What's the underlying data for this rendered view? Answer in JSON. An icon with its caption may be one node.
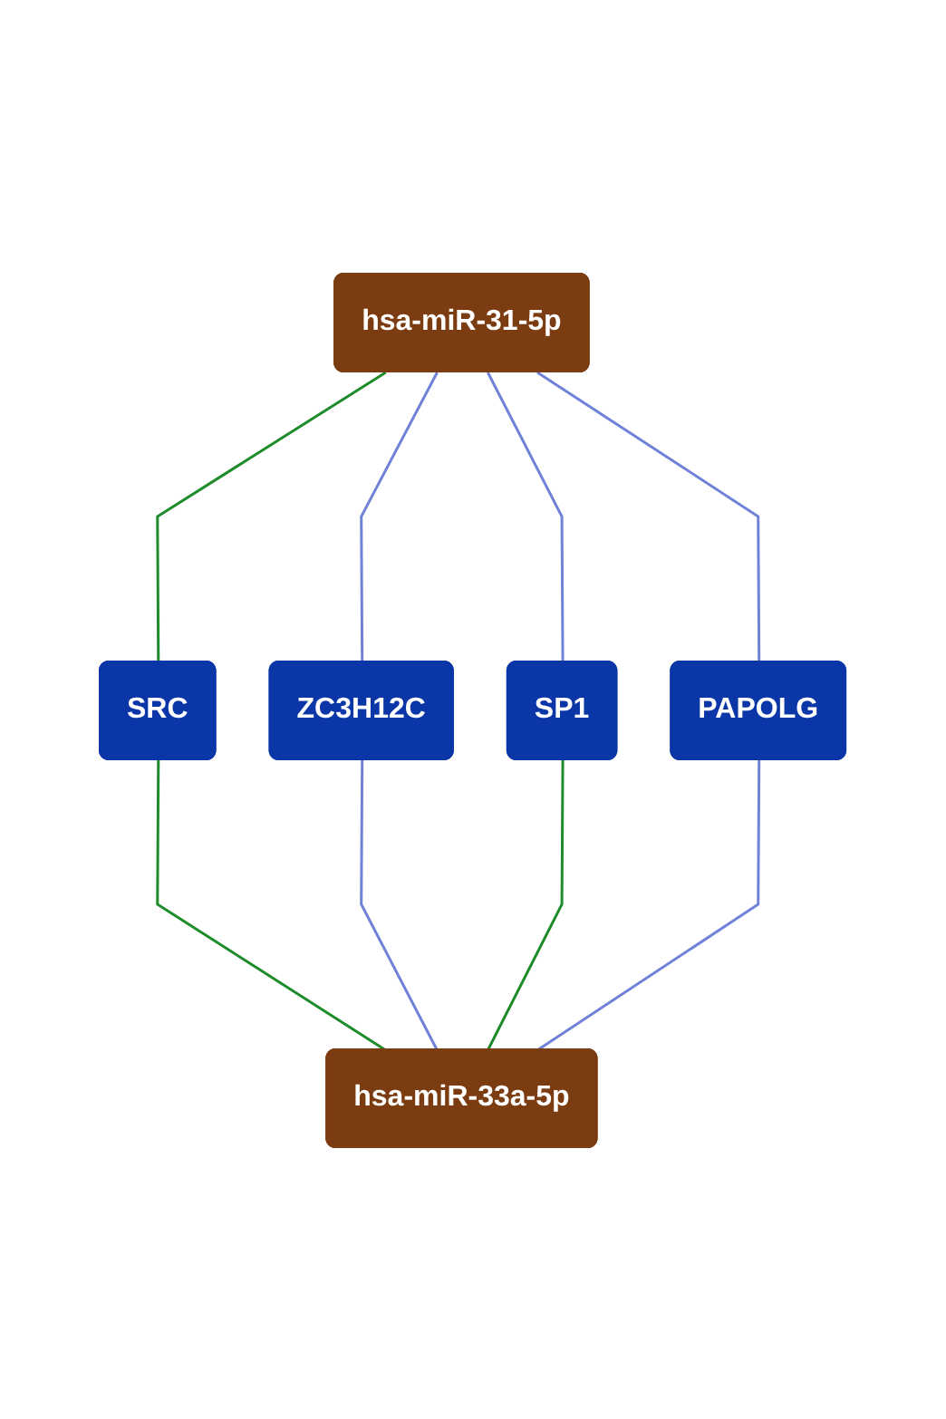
{
  "diagram": {
    "nodes": [
      {
        "text": [
          "hsa-miR-31-5p"
        ]
      },
      {
        "text": [
          "PAPOLG"
        ]
      },
      {
        "text": [
          "SP1"
        ]
      },
      {
        "text": [
          "ZC3H12C"
        ]
      },
      {
        "text": [
          "SRC"
        ]
      },
      {
        "text": [
          "hsa-miR-33a-5p"
        ]
      }
    ],
    "edges": [
      {
        "from": 0,
        "to": 4,
        "arrow": "none",
        "color": "#1e8c2a"
      },
      {
        "from": 0,
        "to": 3,
        "arrow": "none"
      },
      {
        "from": 0,
        "to": 2,
        "arrow": "none"
      },
      {
        "from": 0,
        "to": 1,
        "arrow": "none"
      },
      {
        "from": 4,
        "to": 5,
        "arrow": "none",
        "color": "#1e8c2a"
      },
      {
        "from": 3,
        "to": 5,
        "arrow": "none"
      },
      {
        "from": 2,
        "to": 5,
        "arrow": "none",
        "color": "#1e8c2a"
      },
      {
        "from": 1,
        "to": 5,
        "arrow": "none"
      }
    ]
  }
}
